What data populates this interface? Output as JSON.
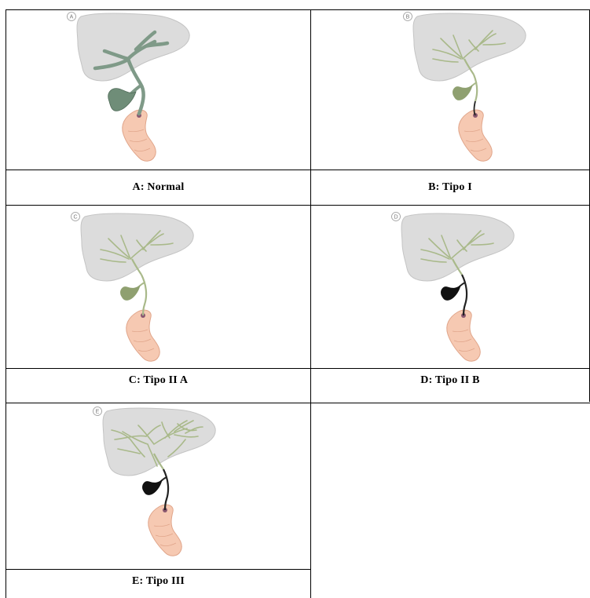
{
  "panels": [
    {
      "letter": "A",
      "caption": "A: Normal",
      "variant": "normal"
    },
    {
      "letter": "B",
      "caption": "B: Tipo I",
      "variant": "tipo1"
    },
    {
      "letter": "C",
      "caption": "C: Tipo II A",
      "variant": "tipo2a"
    },
    {
      "letter": "D",
      "caption": "D: Tipo II B",
      "variant": "tipo2b"
    },
    {
      "letter": "E",
      "caption": "E: Tipo III",
      "variant": "tipo3"
    }
  ],
  "colors": {
    "liver": "#dcdcdc",
    "liver_stroke": "#c4c4c4",
    "duct_normal": "#7f9a88",
    "duct_thin": "#a9b98a",
    "gallbladder_normal": "#6f8d78",
    "gallbladder_small": "#8fa070",
    "gallbladder_black": "#111111",
    "duodenum": "#f6c9b2",
    "duodenum_stroke": "#e0a58a"
  }
}
